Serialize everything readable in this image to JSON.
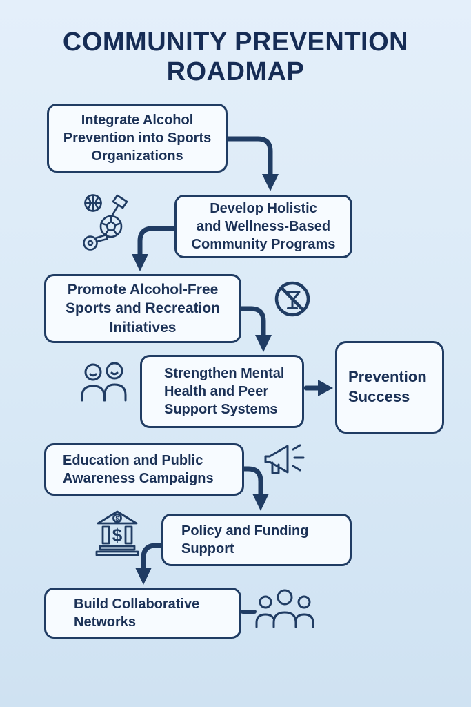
{
  "title": {
    "line1": "COMMUNITY PREVENTION",
    "line2": "ROADMAP"
  },
  "boxes": [
    {
      "id": "integrate-sports",
      "label": "Integrate Alcohol\nPrevention into Sports\nOrganizations"
    },
    {
      "id": "holistic-programs",
      "label": "Develop Holistic\nand Wellness-Based\nCommunity Programs"
    },
    {
      "id": "alcohol-free-sports",
      "label": "Promote Alcohol-Free\nSports and Recreation\nInitiatives"
    },
    {
      "id": "mental-health",
      "label": "Strengthen Mental\nHealth and Peer\nSupport Systems"
    },
    {
      "id": "prevention-success",
      "label": "Prevention\nSuccess"
    },
    {
      "id": "education-awareness",
      "label": "Education and Public\nAwareness Campaigns"
    },
    {
      "id": "policy-funding",
      "label": "Policy and Funding\nSupport"
    },
    {
      "id": "collaborative-networks",
      "label": "Build Collaborative\nNetworks"
    }
  ],
  "icons": [
    {
      "name": "sports-equipment-icon",
      "meaning": "basketball, soccer ball, whistle and hammer cluster"
    },
    {
      "name": "no-alcohol-icon",
      "meaning": "crossed-out drink prohibition sign"
    },
    {
      "name": "peer-support-icon",
      "meaning": "two people side by side"
    },
    {
      "name": "megaphone-icon",
      "meaning": "megaphone with sound lines"
    },
    {
      "name": "bank-funding-icon",
      "meaning": "bank building with dollar signs"
    },
    {
      "name": "collaborative-network-icon",
      "meaning": "group of three people"
    }
  ],
  "colors": {
    "background": "#d9e9f6",
    "box_background": "#f7fbff",
    "outline": "#203c63",
    "text": "#1b3156",
    "title": "#162c55"
  }
}
